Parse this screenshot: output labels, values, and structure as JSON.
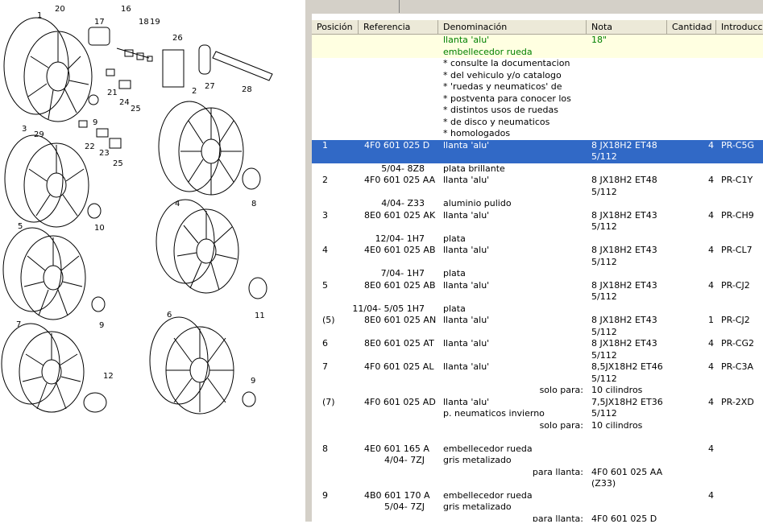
{
  "diagram": {
    "callouts": [
      "20",
      "16",
      "17",
      "18",
      "19",
      "26",
      "1",
      "21",
      "27",
      "28",
      "24",
      "25",
      "2",
      "9",
      "3",
      "29",
      "22",
      "23",
      "25",
      "8",
      "10",
      "4",
      "5",
      "9",
      "11",
      "6",
      "7",
      "12",
      "9"
    ]
  },
  "header": {
    "columns": [
      "Posición",
      "Referencia",
      "Denominación",
      "Nota",
      "Cantidad",
      "Introducci"
    ]
  },
  "rows": [
    {
      "style": "alt",
      "den": "llanta 'alu'",
      "nota": "18\""
    },
    {
      "style": "alt",
      "den": "embellecedor rueda"
    },
    {
      "den": "* consulte la documentacion"
    },
    {
      "den": "* del vehiculo y/o catalogo"
    },
    {
      "den": "* 'ruedas y neumaticos' de"
    },
    {
      "den": "* postventa para conocer los"
    },
    {
      "den": "* distintos usos de ruedas"
    },
    {
      "den": "* de disco y neumaticos"
    },
    {
      "den": "* homologados"
    },
    {
      "style": "selected",
      "pos": "1",
      "ref": "4F0 601 025 D",
      "den": "llanta 'alu'",
      "nota": "8  JX18H2 ET48",
      "cant": "4",
      "intro": "PR-C5G"
    },
    {
      "style": "selected",
      "nota": "5/112"
    },
    {
      "sub": "5/04-     8Z8",
      "den": "plata brillante"
    },
    {
      "pos": "2",
      "ref": "4F0 601 025 AA",
      "den": "llanta 'alu'",
      "nota": "8  JX18H2 ET48",
      "cant": "4",
      "intro": "PR-C1Y"
    },
    {
      "nota": "5/112"
    },
    {
      "sub": "4/04-     Z33",
      "den": "aluminio pulido"
    },
    {
      "pos": "3",
      "ref": "8E0 601 025 AK",
      "den": "llanta 'alu'",
      "nota": "8  JX18H2 ET43",
      "cant": "4",
      "intro": "PR-CH9"
    },
    {
      "nota": "5/112"
    },
    {
      "sub": "12/04-     1H7",
      "den": "plata"
    },
    {
      "pos": "4",
      "ref": "4E0 601 025 AB",
      "den": "llanta 'alu'",
      "nota": "8  JX18H2 ET43",
      "cant": "4",
      "intro": "PR-CL7"
    },
    {
      "nota": "5/112"
    },
    {
      "sub": "7/04-     1H7",
      "den": "plata"
    },
    {
      "pos": "5",
      "ref": "8E0 601 025 AB",
      "den": "llanta 'alu'",
      "nota": "8  JX18H2 ET43",
      "cant": "4",
      "intro": "PR-CJ2"
    },
    {
      "nota": "5/112"
    },
    {
      "sub": "11/04- 5/05 1H7",
      "den": "plata"
    },
    {
      "pos": "(5)",
      "ref": "8E0 601 025 AN",
      "den": "llanta 'alu'",
      "nota": "8  JX18H2 ET43",
      "cant": "1",
      "intro": "PR-CJ2"
    },
    {
      "nota": "5/112"
    },
    {
      "pos": "6",
      "ref": "8E0 601 025 AT",
      "den": "llanta 'alu'",
      "nota": "8  JX18H2 ET43",
      "cant": "4",
      "intro": "PR-CG2"
    },
    {
      "nota": "5/112"
    },
    {
      "pos": "7",
      "ref": "4F0 601 025 AL",
      "den": "llanta 'alu'",
      "nota": "8,5JX18H2 ET46",
      "cant": "4",
      "intro": "PR-C3A"
    },
    {
      "nota": "5/112"
    },
    {
      "solo": "solo para:",
      "nota": "10 cilindros"
    },
    {
      "pos": "(7)",
      "ref": "4F0 601 025 AD",
      "den": "llanta 'alu'",
      "nota": "7,5JX18H2 ET36",
      "cant": "4",
      "intro": "PR-2XD"
    },
    {
      "den": "p. neumaticos invierno",
      "nota": "5/112"
    },
    {
      "solo": "solo para:",
      "nota": "10 cilindros"
    },
    {},
    {
      "pos": "8",
      "ref": "4E0 601 165 A",
      "den": "embellecedor rueda",
      "cant": "4"
    },
    {
      "sub": "4/04-     7ZJ",
      "den": "gris metalizado"
    },
    {
      "solo": "para llanta:",
      "nota": "4F0 601 025 AA"
    },
    {
      "nota": "(Z33)"
    },
    {
      "pos": "9",
      "ref": "4B0 601 170 A",
      "den": "embellecedor rueda",
      "cant": "4"
    },
    {
      "sub": "5/04-     7ZJ",
      "den": "gris metalizado"
    },
    {
      "solo": "para llanta:",
      "nota": "4F0 601 025 D"
    }
  ]
}
